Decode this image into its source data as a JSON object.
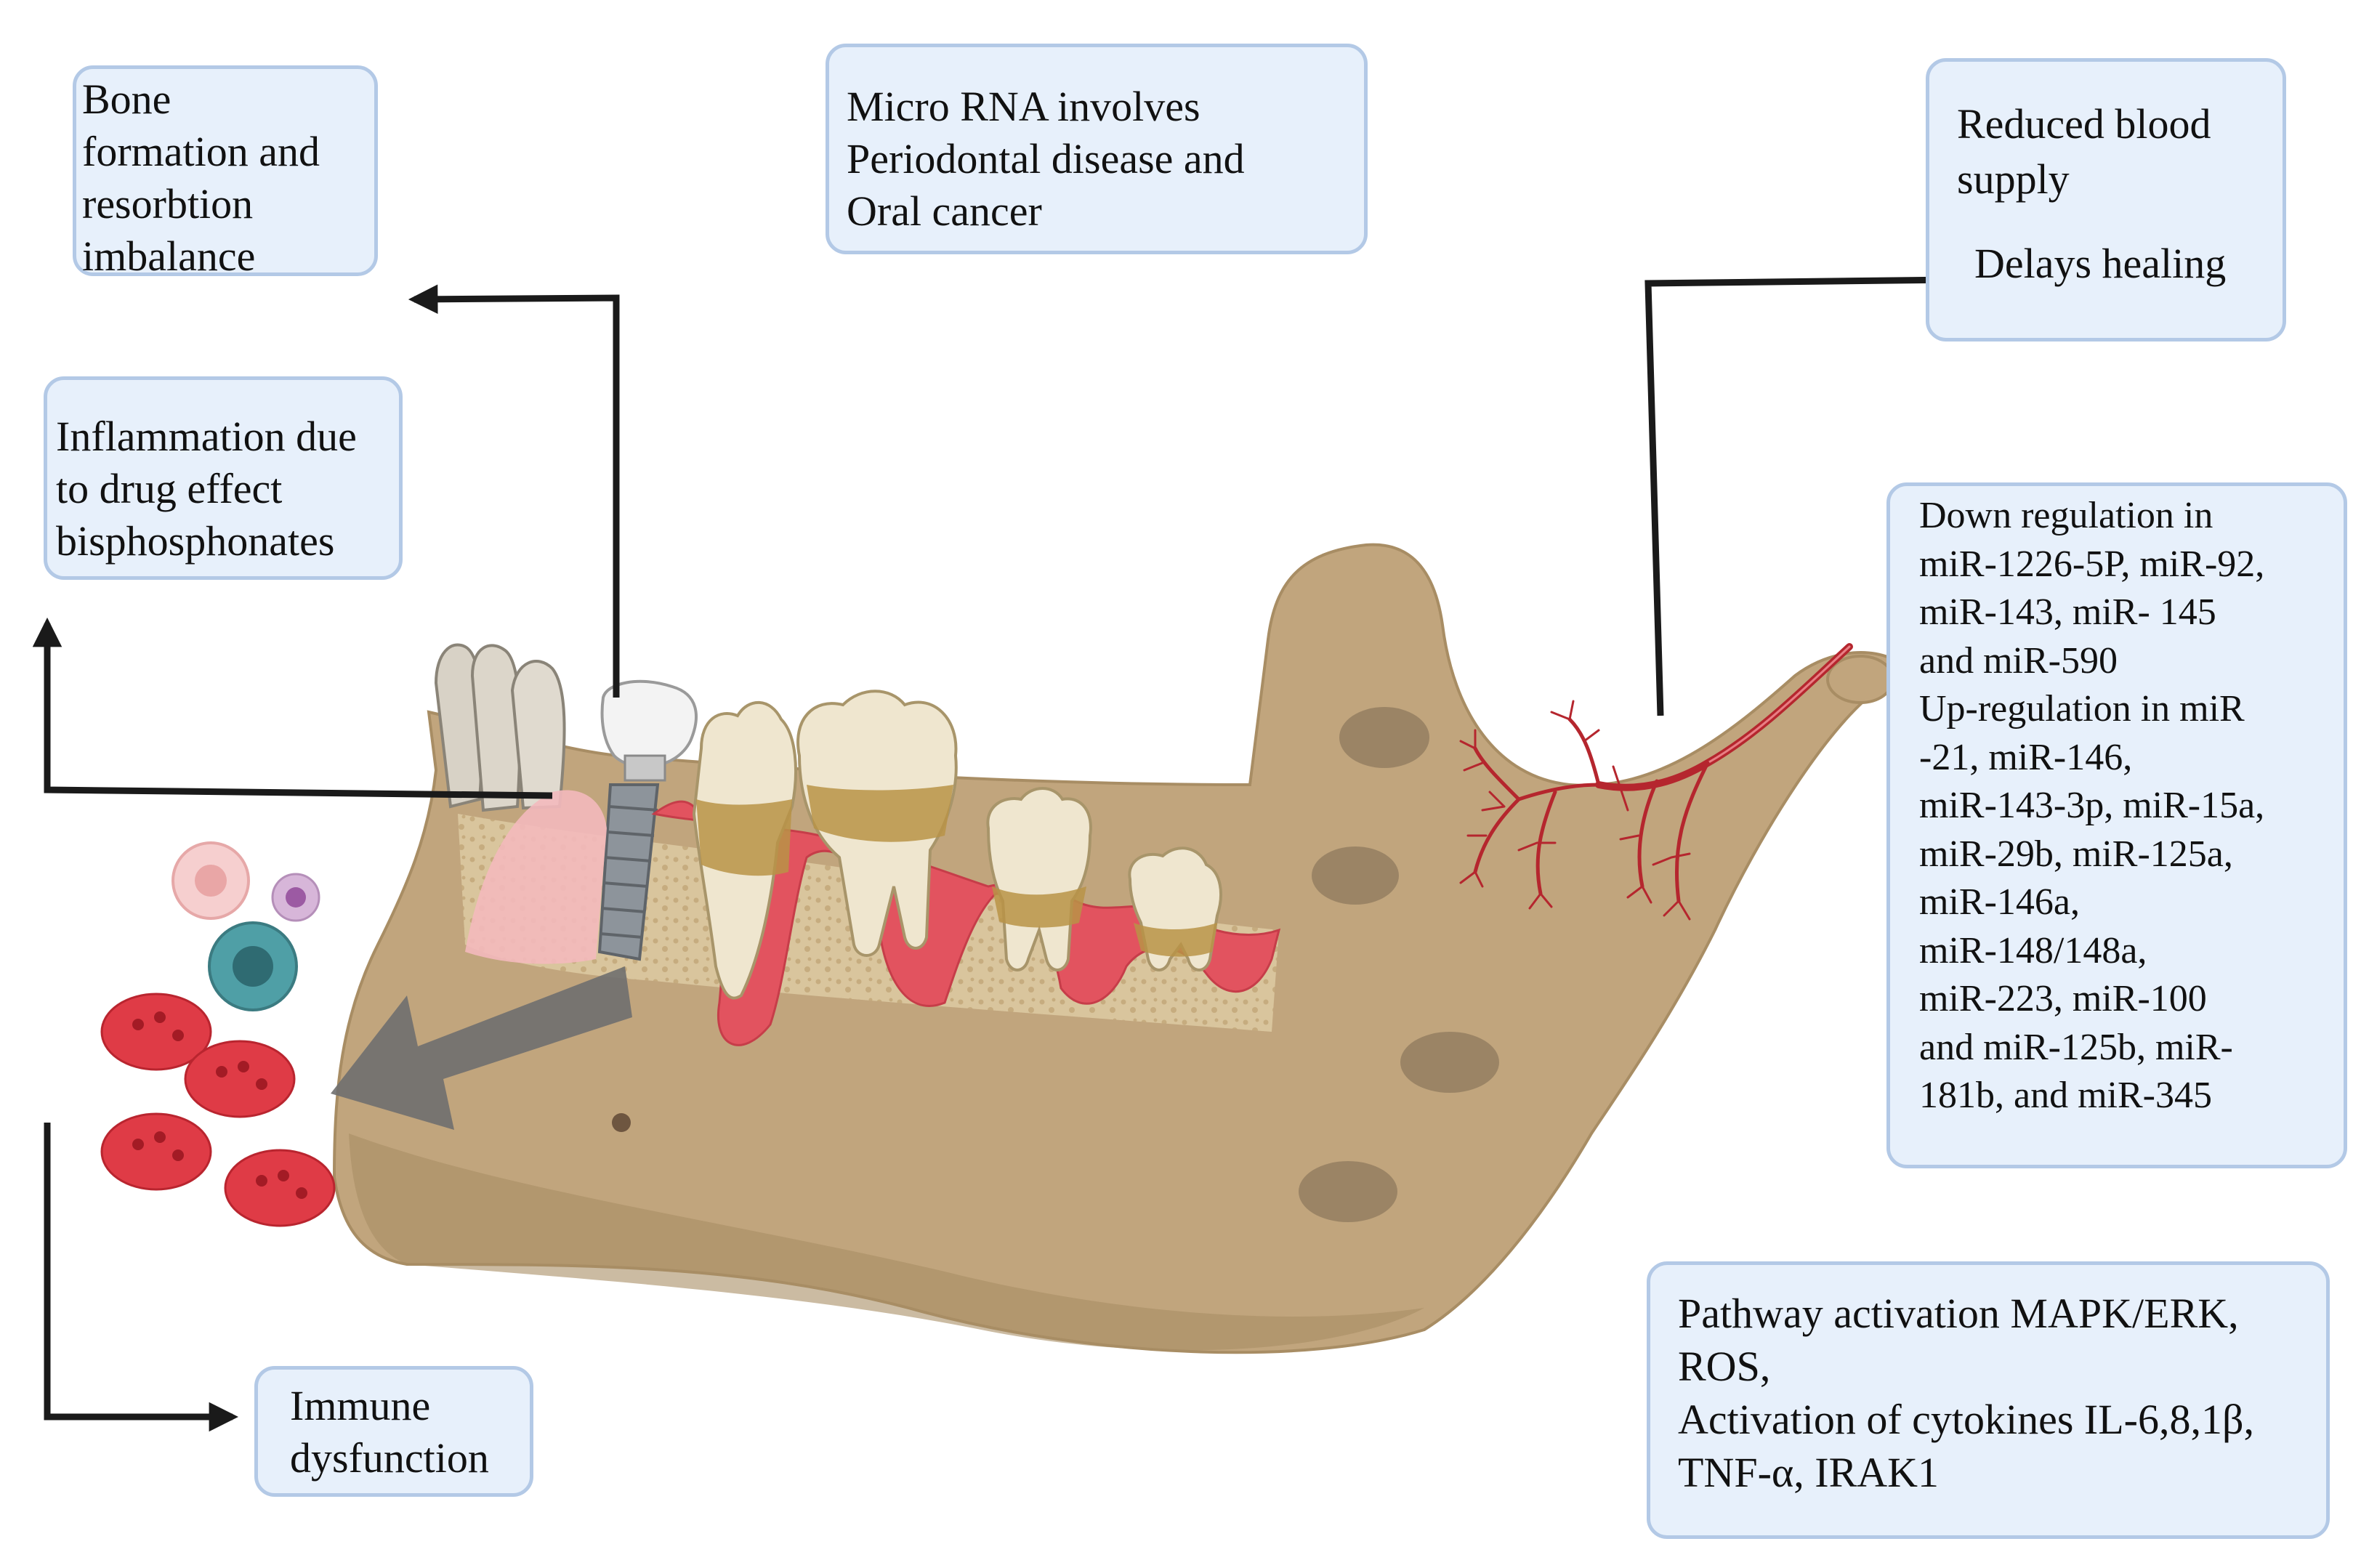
{
  "boxes": {
    "bone": {
      "lines": [
        "Bone",
        "formation and",
        "resorbtion",
        "imbalance"
      ]
    },
    "inflammation": {
      "lines": [
        "Inflammation due",
        "to drug effect",
        "bisphosphonates"
      ]
    },
    "microrna": {
      "lines": [
        "Micro RNA involves",
        "Periodontal disease and",
        "Oral cancer"
      ]
    },
    "blood": {
      "line1": "Reduced blood",
      "line2": "supply",
      "line3": "Delays healing"
    },
    "mirna_regulation": {
      "lines": [
        "Down regulation in",
        "miR-1226-5P, miR-92,",
        "miR-143,  miR- 145",
        "and miR-590",
        "Up-regulation in miR",
        "-21, miR-146,",
        "miR-143-3p, miR-15a,",
        "miR-29b, miR-125a,",
        "miR-146a,",
        "miR-148/148a,",
        "miR-223, miR-100",
        "and miR-125b,   miR-",
        "181b, and miR-345"
      ]
    },
    "pathway": {
      "lines": [
        "Pathway activation MAPK/ERK,",
        "ROS,",
        "Activation of cytokines IL-6,8,1β,",
        "TNF-α, IRAK1"
      ]
    },
    "immune": {
      "lines": [
        "Immune",
        "dysfunction"
      ]
    }
  },
  "colors": {
    "box_fill": "#e7f0fb",
    "box_border": "#b3c9e6",
    "bone": "#c1a57d",
    "bone_dark": "#a88d64",
    "gum": "#e2535f",
    "vessel": "#b5262e",
    "arrow": "#1a1a1a",
    "big_arrow": "#707070"
  }
}
